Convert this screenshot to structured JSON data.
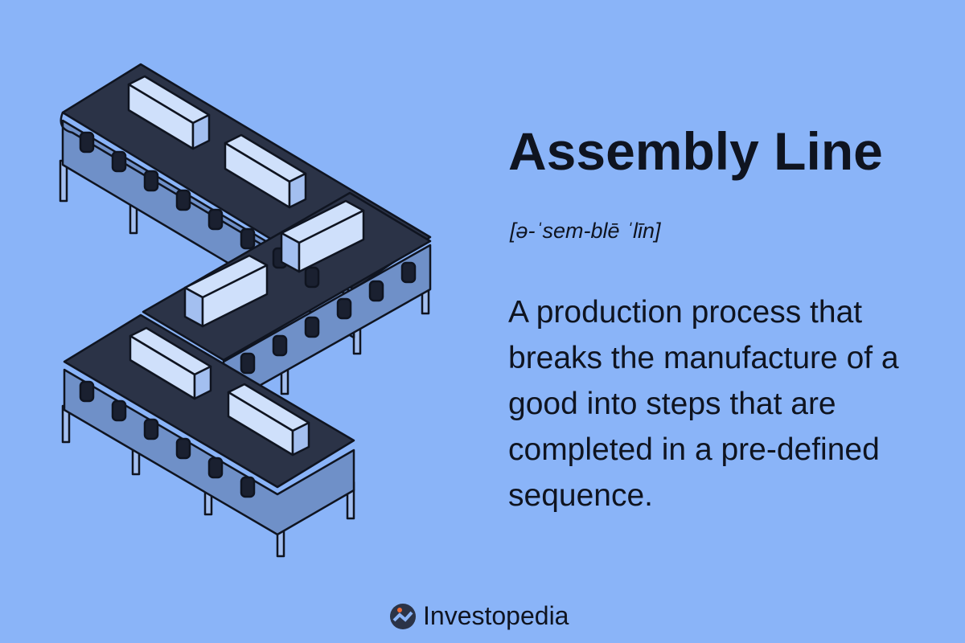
{
  "title": "Assembly Line",
  "pronunciation": "[ə-ˈsem-blē ˈlīn]",
  "definition": "A production process that breaks the manufacture of a good into steps that are completed in a pre-defined sequence.",
  "brand": {
    "name": "Investopedia",
    "icon": "investopedia-logo-icon"
  },
  "colors": {
    "background": "#8ab4f8",
    "belt": "#2b3347",
    "box_top": "#cfe0fb",
    "box_side": "#a3bff0",
    "frame": "#6f90c8",
    "text": "#0f1420",
    "logo_accent": "#f06a35"
  }
}
